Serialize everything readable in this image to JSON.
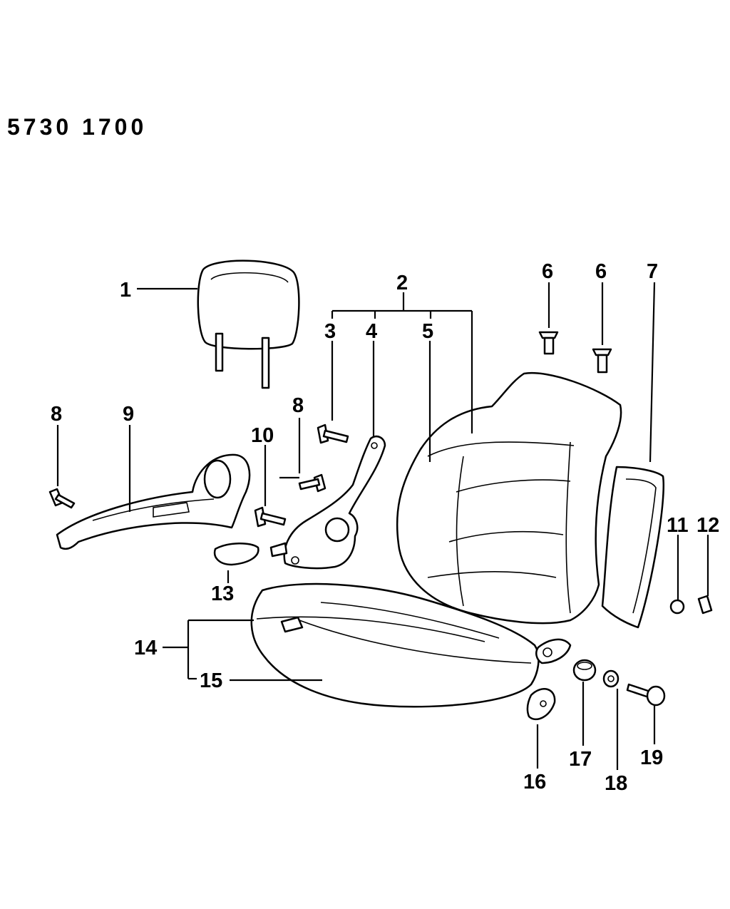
{
  "diagram_code": "5730 1700",
  "callouts": [
    {
      "id": "c1",
      "text": "1"
    },
    {
      "id": "c2",
      "text": "2"
    },
    {
      "id": "c3",
      "text": "3"
    },
    {
      "id": "c4",
      "text": "4"
    },
    {
      "id": "c5",
      "text": "5"
    },
    {
      "id": "c6a",
      "text": "6"
    },
    {
      "id": "c6b",
      "text": "6"
    },
    {
      "id": "c7",
      "text": "7"
    },
    {
      "id": "c8a",
      "text": "8"
    },
    {
      "id": "c8b",
      "text": "8"
    },
    {
      "id": "c9",
      "text": "9"
    },
    {
      "id": "c10",
      "text": "10"
    },
    {
      "id": "c11",
      "text": "11"
    },
    {
      "id": "c12",
      "text": "12"
    },
    {
      "id": "c13",
      "text": "13"
    },
    {
      "id": "c14",
      "text": "14"
    },
    {
      "id": "c15",
      "text": "15"
    },
    {
      "id": "c16",
      "text": "16"
    },
    {
      "id": "c17",
      "text": "17"
    },
    {
      "id": "c18",
      "text": "18"
    },
    {
      "id": "c19",
      "text": "19"
    }
  ]
}
